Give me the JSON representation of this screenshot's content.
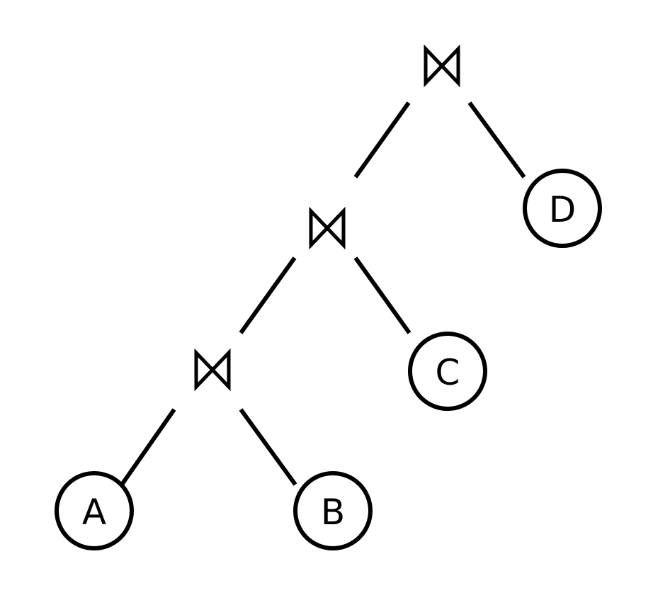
{
  "diagram": {
    "colors": {
      "stroke": "#000000",
      "background": "#ffffff"
    },
    "join_operator": {
      "icon": "natural-join-icon",
      "symbol": "⋈"
    },
    "join_nodes": [
      {
        "id": "join-top"
      },
      {
        "id": "join-middle"
      },
      {
        "id": "join-bottom"
      }
    ],
    "leaves": [
      {
        "id": "leaf-a",
        "label": "A"
      },
      {
        "id": "leaf-b",
        "label": "B"
      },
      {
        "id": "leaf-c",
        "label": "C"
      },
      {
        "id": "leaf-d",
        "label": "D"
      }
    ]
  }
}
